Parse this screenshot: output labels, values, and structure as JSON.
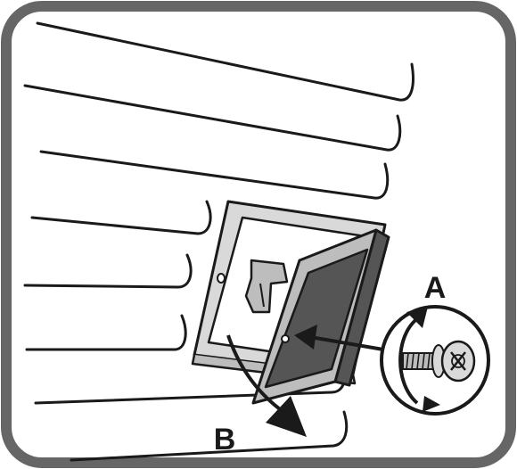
{
  "figure": {
    "frame_color": "#666666",
    "background_color": "#ffffff",
    "line_color": "#1a1a1a",
    "panel_fill_light": "#d9d9d9",
    "panel_fill_dark": "#555555",
    "panel_fill_mid": "#bdbdbd",
    "callouts": {
      "a_label": "A",
      "b_label": "B"
    },
    "parts": [
      "siding-boards",
      "mounting-bracket",
      "device-panel",
      "screw-detail",
      "rotation-arrow",
      "tilt-arrow"
    ]
  }
}
